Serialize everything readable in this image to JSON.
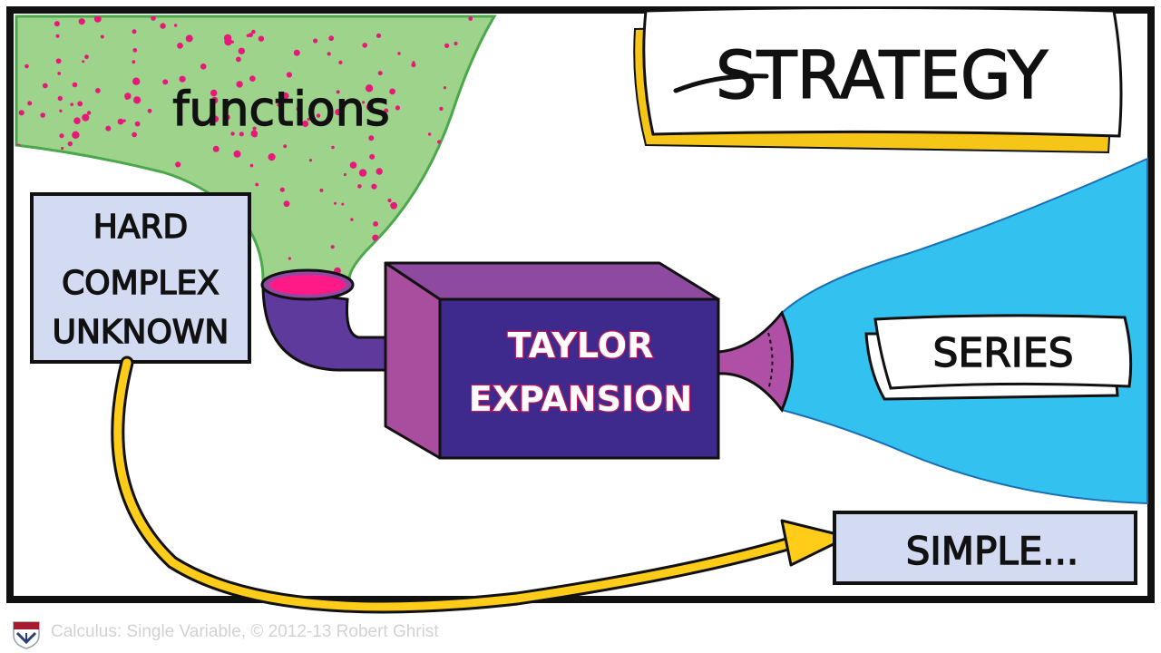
{
  "title": "STRATEGY",
  "funnel_label": "functions",
  "input_box": {
    "line1": "HARD",
    "line2": "COMPLEX",
    "line3": "UNKNOWN"
  },
  "machine": {
    "line1": "TAYLOR",
    "line2": "EXPANSION"
  },
  "output_label": "SERIES",
  "result_label": "SIMPLE...",
  "footer": "Calculus: Single Variable, © 2012-13 Robert Ghrist",
  "colors": {
    "funnel_green": "#9ed38c",
    "dots_pink": "#e6197a",
    "box_lavender": "#d3dbf2",
    "machine_indigo": "#3d2a8c",
    "machine_purple": "#8d4aa0",
    "pipe_purple": "#5e3a9c",
    "spray_blue": "#33c2f0",
    "arrow_yellow": "#ffcc1a",
    "banner_yellow": "#f5c518"
  },
  "icons": [
    "penn-shield-icon"
  ]
}
